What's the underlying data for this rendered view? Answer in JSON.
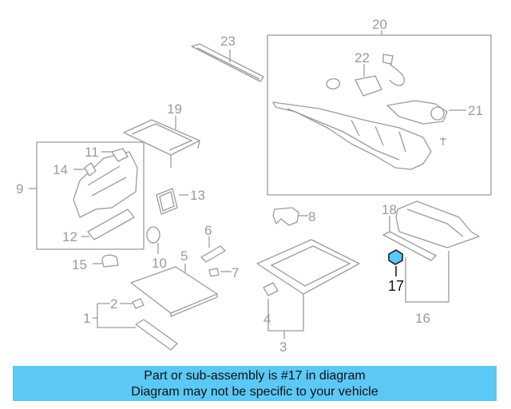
{
  "diagram": {
    "highlight_color": "#5bc8f5",
    "line_color": "#9a9a9a",
    "callouts": {
      "n1": "1",
      "n2": "2",
      "n3": "3",
      "n4": "4",
      "n5": "5",
      "n6": "6",
      "n7": "7",
      "n8": "8",
      "n9": "9",
      "n10": "10",
      "n11": "11",
      "n12": "12",
      "n13": "13",
      "n14": "14",
      "n15": "15",
      "n16": "16",
      "n17": "17",
      "n18": "18",
      "n19": "19",
      "n20": "20",
      "n21": "21",
      "n22": "22",
      "n23": "23"
    }
  },
  "banner": {
    "line1": "Part or sub-assembly is #17 in diagram",
    "line2": "Diagram may not be specific to your vehicle"
  }
}
